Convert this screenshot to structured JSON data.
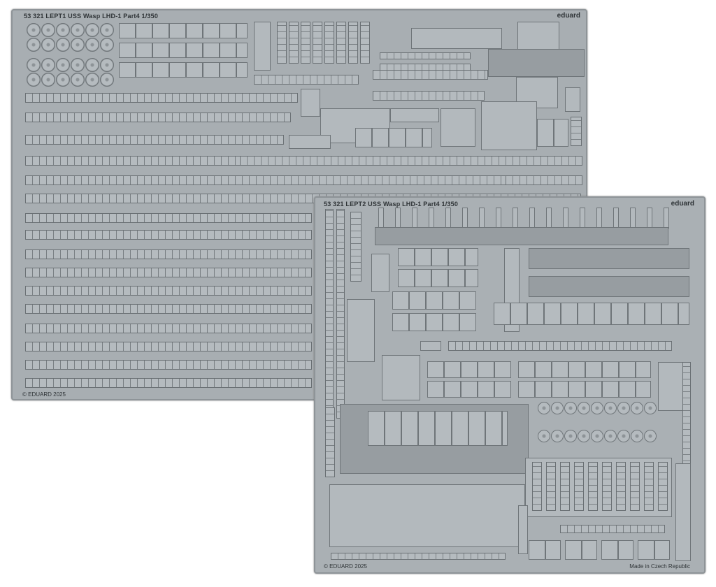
{
  "fret1": {
    "header": "53 321  LEPT1 USS Wasp LHD-1 Part4   1/350",
    "brand": "eduard",
    "copyright": "© EDUARD 2025"
  },
  "fret2": {
    "header": "53 321  LEPT2 USS Wasp LHD-1 Part4   1/350",
    "brand": "eduard",
    "copyright": "© EDUARD 2025",
    "origin": "Made in Czech Republic"
  },
  "colors": {
    "fret": "#a8aeb2",
    "outline": "#6f7579",
    "background": "#ffffff"
  }
}
